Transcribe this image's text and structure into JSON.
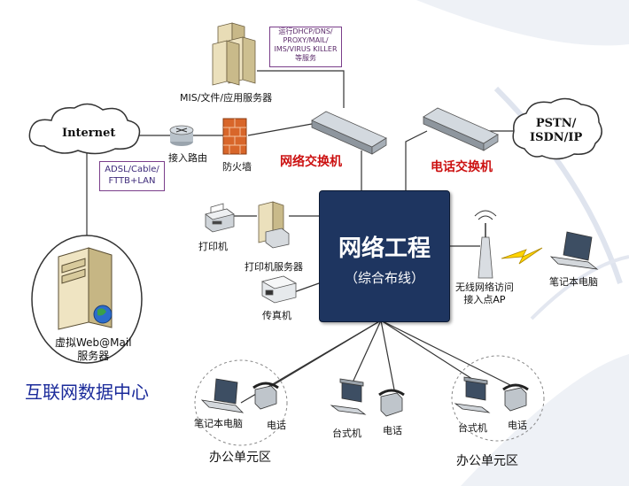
{
  "core": {
    "title": "网络工程",
    "subtitle": "（综合布线）"
  },
  "internet": {
    "label": "Internet"
  },
  "access_router": {
    "label": "接入路由"
  },
  "firewall": {
    "label": "防火墙"
  },
  "adsl_note": {
    "line1": "ADSL/Cable/",
    "line2": "FTTB+LAN"
  },
  "servers": {
    "label": "MIS/文件/应用服务器"
  },
  "service_note": {
    "line1": "运行DHCP/DNS/",
    "line2": "PROXY/MAIL/",
    "line3": "IMS/VIRUS KILLER",
    "line4": "等服务"
  },
  "network_switch": {
    "label": "网络交换机"
  },
  "phone_switch": {
    "label": "电话交换机"
  },
  "pstn": {
    "line1": "PSTN/",
    "line2": "ISDN/IP"
  },
  "printer": {
    "label": "打印机"
  },
  "print_server": {
    "label": "打印机服务器"
  },
  "fax": {
    "label": "传真机"
  },
  "wifi_ap": {
    "line1": "无线网络访问",
    "line2": "接入点AP"
  },
  "laptop_right": {
    "label": "笔记本电脑"
  },
  "virtual_server": {
    "line1": "虚拟Web@Mail",
    "line2": "服务器"
  },
  "datacenter": {
    "label": "互联网数据中心"
  },
  "office1": {
    "label": "办公单元区",
    "laptop": "笔记本电脑",
    "phone": "电话"
  },
  "middle": {
    "desktop": "台式机",
    "phone": "电话"
  },
  "office2": {
    "label": "办公单元区",
    "desktop": "台式机",
    "phone": "电话"
  },
  "colors": {
    "core_bg": "#1e3560",
    "switch_label": "#cc1111",
    "datacenter_label": "#1a2a9a",
    "note_border": "#7a3e8a"
  }
}
